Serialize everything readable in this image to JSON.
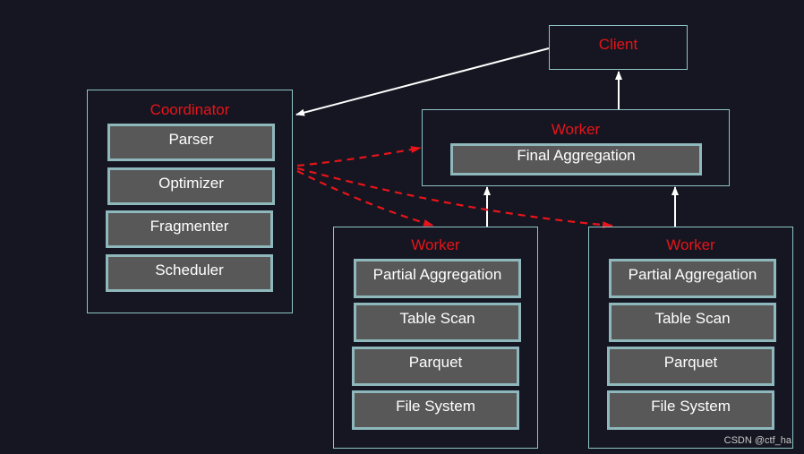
{
  "client": {
    "label": "Client"
  },
  "coordinator": {
    "title": "Coordinator",
    "modules": [
      "Parser",
      "Optimizer",
      "Fragmenter",
      "Scheduler"
    ]
  },
  "final_worker": {
    "title": "Worker",
    "modules": [
      "Final Aggregation"
    ]
  },
  "worker_left": {
    "title": "Worker",
    "modules": [
      "Partial Aggregation",
      "Table Scan",
      "Parquet",
      "File System"
    ]
  },
  "worker_right": {
    "title": "Worker",
    "modules": [
      "Partial Aggregation",
      "Table Scan",
      "Parquet",
      "File System"
    ]
  },
  "colors": {
    "background": "#151621",
    "box_border": "#8fc4c8",
    "title": "#e8141a",
    "dispatch_arrow": "#e8141a",
    "flow_arrow": "#ffffff"
  },
  "watermark": "CSDN @ctf_ha"
}
